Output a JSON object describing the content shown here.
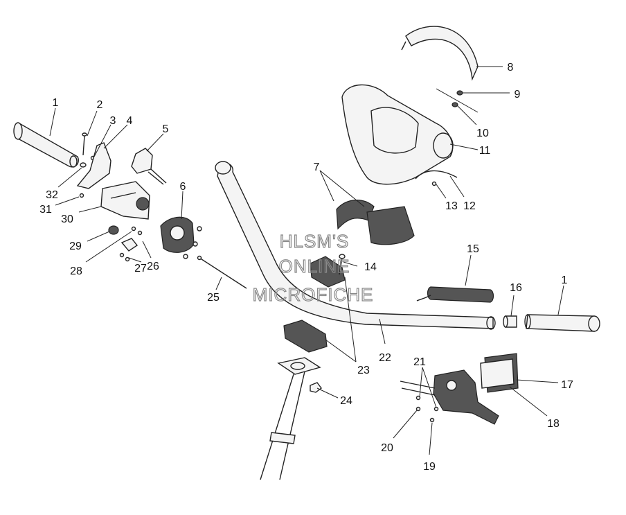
{
  "watermark": {
    "line1": "HLSM'S",
    "line2": "ONLINE",
    "line3": "MICROFICHE"
  },
  "callouts": [
    {
      "id": "c1a",
      "text": "1"
    },
    {
      "id": "c2",
      "text": "2"
    },
    {
      "id": "c3",
      "text": "3"
    },
    {
      "id": "c4",
      "text": "4"
    },
    {
      "id": "c5",
      "text": "5"
    },
    {
      "id": "c6",
      "text": "6"
    },
    {
      "id": "c7",
      "text": "7"
    },
    {
      "id": "c8",
      "text": "8"
    },
    {
      "id": "c9",
      "text": "9"
    },
    {
      "id": "c10",
      "text": "10"
    },
    {
      "id": "c11",
      "text": "11"
    },
    {
      "id": "c12",
      "text": "12"
    },
    {
      "id": "c13",
      "text": "13"
    },
    {
      "id": "c14",
      "text": "14"
    },
    {
      "id": "c15",
      "text": "15"
    },
    {
      "id": "c16",
      "text": "16"
    },
    {
      "id": "c1b",
      "text": "1"
    },
    {
      "id": "c17",
      "text": "17"
    },
    {
      "id": "c18",
      "text": "18"
    },
    {
      "id": "c19",
      "text": "19"
    },
    {
      "id": "c20",
      "text": "20"
    },
    {
      "id": "c21",
      "text": "21"
    },
    {
      "id": "c22",
      "text": "22"
    },
    {
      "id": "c23",
      "text": "23"
    },
    {
      "id": "c24",
      "text": "24"
    },
    {
      "id": "c25",
      "text": "25"
    },
    {
      "id": "c26",
      "text": "26"
    },
    {
      "id": "c27",
      "text": "27"
    },
    {
      "id": "c28",
      "text": "28"
    },
    {
      "id": "c29",
      "text": "29"
    },
    {
      "id": "c30",
      "text": "30"
    },
    {
      "id": "c31",
      "text": "31"
    },
    {
      "id": "c32",
      "text": "32"
    }
  ]
}
